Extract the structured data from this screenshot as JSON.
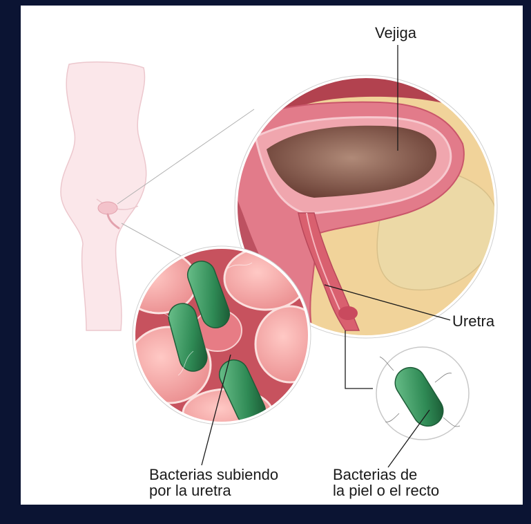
{
  "labels": {
    "bladder": "Vejiga",
    "urethra": "Uretra",
    "bacteria_ascending": "Bacterias subiendo\npor la uretra",
    "bacteria_source": "Bacterias de\nla piel o el recto"
  },
  "colors": {
    "background": "#0b1433",
    "panel": "#ffffff",
    "tissue": "#e27b8a",
    "bacteria": "#2f8a55"
  }
}
